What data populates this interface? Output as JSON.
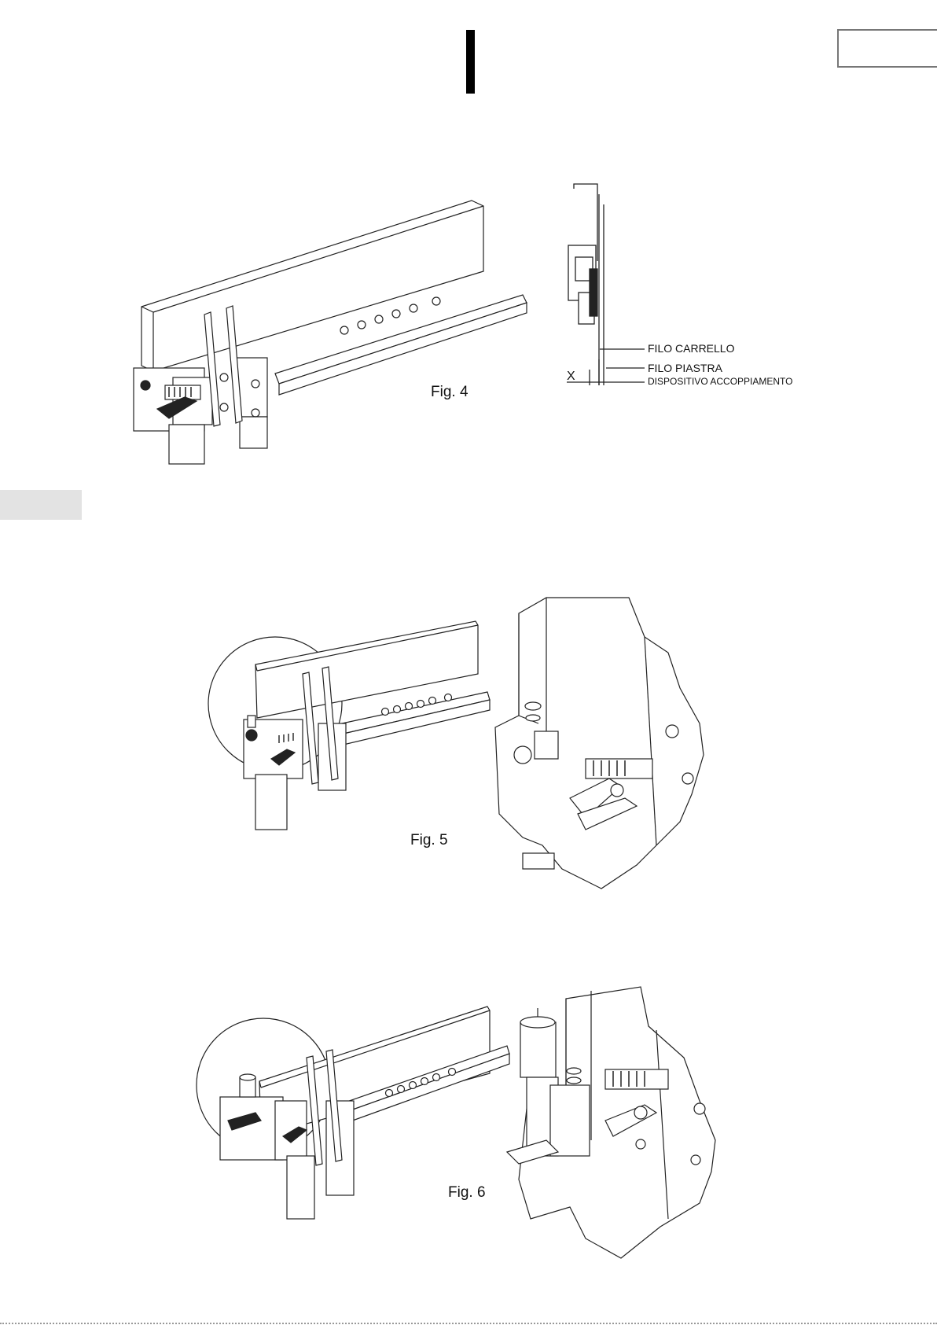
{
  "figures": {
    "fig4": {
      "label": "Fig. 4"
    },
    "fig4_detail": {
      "callout_carrello": "FILO CARRELLO",
      "callout_piastra": "FILO PIASTRA",
      "callout_dispositivo": "DISPOSITIVO ACCOPPIAMENTO",
      "dimension_label": "X"
    },
    "fig5": {
      "label": "Fig. 5"
    },
    "fig6": {
      "label": "Fig. 6"
    }
  },
  "colors": {
    "line": "#222222",
    "tab_fill": "#e3e3e3",
    "tab_border": "#777777"
  }
}
